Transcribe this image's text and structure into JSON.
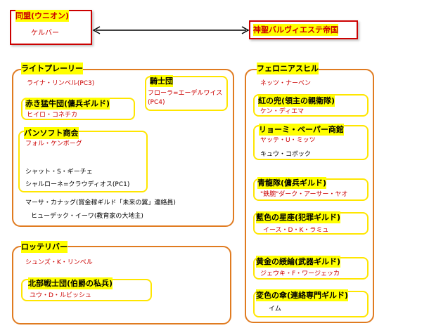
{
  "colors": {
    "accent_red": "#cc0000",
    "frame_orange": "#e07b20",
    "title_yellow": "#ffff00",
    "text_black": "#000000"
  },
  "alliance": {
    "title": "同盟(ウニオン)",
    "member": "ケルバー"
  },
  "empire": {
    "title": "神聖バルヴィエステ帝国"
  },
  "light_prairie": {
    "title": "ライトプレーリー",
    "leader": "ライナ・リンベル(PC3)",
    "red_oxen": {
      "title": "赤き猛牛団(傭兵ギルド)",
      "member": "ヒイロ・コネチカ"
    },
    "knights": {
      "title": "騎士団",
      "member_line1": "フローラ=エーデルワイス",
      "member_line2": "(PC4)"
    },
    "bansoft": {
      "title": "バンソフト商会",
      "member1": "フォル・ケンボーグ",
      "member2": "シャット・S・ギーチェ",
      "member3": "シャルローネ=クラウディオス(PC1)"
    },
    "other1": "マーサ・カナッグ(賞金稼ギルド「未来の翼」連絡員)",
    "other2": "ヒューデック・イーワ(教育家の大地主)"
  },
  "lotteriver": {
    "title": "ロッテリバー",
    "member": "シュンズ・K・リンベル",
    "north_corps": {
      "title": "北部戦士団(伯爵の私兵)",
      "member": "ユウ・D・ルビッシュ"
    }
  },
  "felonia": {
    "title": "フェロニアスヒル",
    "member": "ネッツ・ナーベン",
    "crimson": {
      "title": "紅の兜(領主の親衛隊)",
      "member": "ケン・ディエマ"
    },
    "ryomi": {
      "title": "リョーミ・ベーパー商館",
      "member1": "ヤッテ・U・ミッツ",
      "member2": "キュウ・コボック"
    },
    "blue_dragon": {
      "title": "青龍隊(傭兵ギルド)",
      "member": "\"鉄腕\"ダーク・アーサー・ヤオ"
    },
    "indigo_star": {
      "title": "藍色の星座(犯罪ギルド)",
      "member": "イース・D・K・ラミュ"
    },
    "golden": {
      "title": "黄金の綬綸(武器ギルド)",
      "member": "ジェウキ・F・ワージェッカ"
    },
    "changing_umbrella": {
      "title": "変色の傘(連絡専門ギルド)",
      "member": "イム"
    }
  }
}
